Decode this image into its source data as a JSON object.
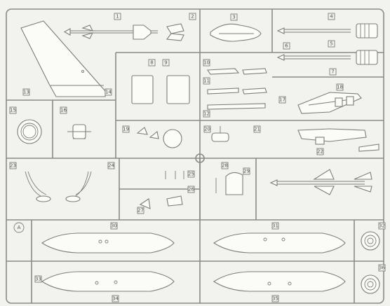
{
  "sheet": {
    "background": "#f2f2ee",
    "line_color": "#8a8a86"
  },
  "tags": {
    "a": "1",
    "b": "2",
    "c": "3",
    "d": "4",
    "e": "5",
    "f": "6",
    "g": "7",
    "h": "8",
    "i": "9",
    "j": "10",
    "k": "11",
    "l": "12",
    "m": "13",
    "n": "14",
    "o": "15",
    "p": "16",
    "q": "17",
    "r": "18",
    "s": "19",
    "t": "20",
    "u": "21",
    "v": "22",
    "w": "23",
    "x": "24",
    "y": "25",
    "z": "26",
    "aa": "27",
    "ab": "28",
    "ac": "29",
    "ad": "30",
    "ae": "31",
    "af": "32",
    "ag": "33",
    "ah": "34",
    "ai": "35",
    "aj": "36",
    "sprue_letter": "A"
  }
}
